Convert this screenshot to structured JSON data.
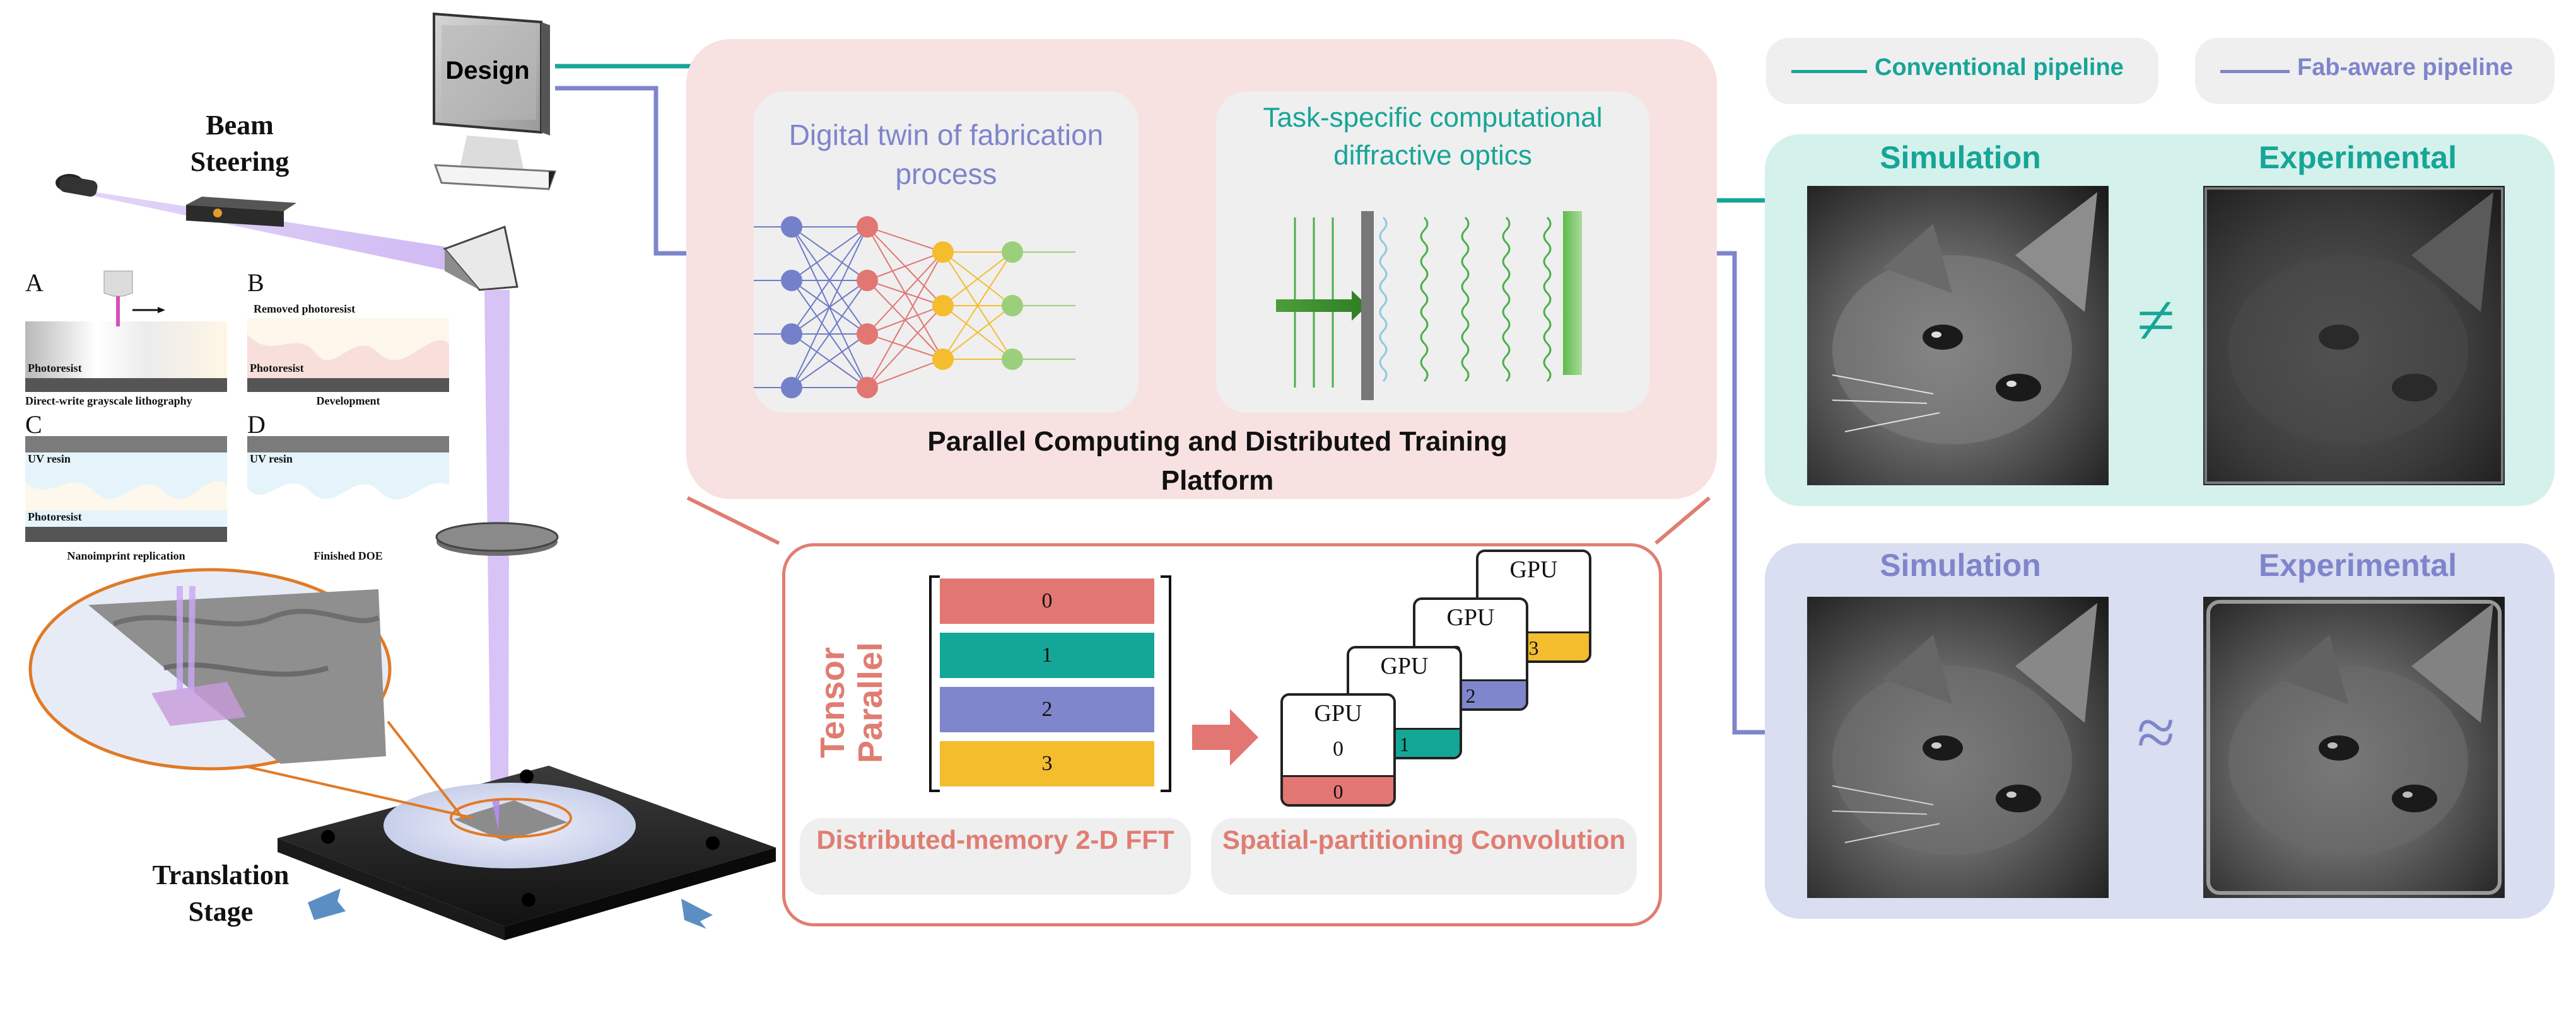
{
  "design_label": "Design",
  "beam_steering_label": "Beam Steering",
  "translation_stage_label": "Translation Stage",
  "fab_steps": {
    "a": {
      "letter": "A",
      "layer": "Photoresist",
      "caption": "Direct-write grayscale lithography"
    },
    "b": {
      "letter": "B",
      "top_note": "Removed photoresist",
      "layer": "Photoresist",
      "caption": "Development"
    },
    "c": {
      "letter": "C",
      "layer_top": "UV resin",
      "layer": "Photoresist",
      "caption": "Nanoimprint replication"
    },
    "d": {
      "letter": "D",
      "layer_top": "UV resin",
      "caption": "Finished DOE"
    }
  },
  "platform": {
    "twin_title": "Digital twin of fabrication process",
    "optics_title": "Task-specific computational diffractive optics",
    "platform_title": "Parallel Computing and Distributed Training Platform"
  },
  "tensor": {
    "label": "Tensor Parallel",
    "blocks": [
      "0",
      "1",
      "2",
      "3"
    ],
    "gpus": [
      {
        "title": "GPU",
        "index": "0",
        "tag": "0"
      },
      {
        "title": "GPU",
        "index": "1",
        "tag": "1"
      },
      {
        "title": "GPU",
        "index": "2",
        "tag": "2"
      },
      {
        "title": "GPU",
        "index": "3",
        "tag": "3"
      }
    ],
    "fft_label": "Distributed-memory 2-D FFT",
    "conv_label": "Spatial-partitioning Convolution"
  },
  "legend": {
    "conventional": "Conventional pipeline",
    "fab_aware": "Fab-aware pipeline"
  },
  "results": {
    "conventional": {
      "sim_label": "Simulation",
      "exp_label": "Experimental",
      "relation": "≠"
    },
    "fab_aware": {
      "sim_label": "Simulation",
      "exp_label": "Experimental",
      "relation": "≈"
    }
  },
  "colors": {
    "teal": "#17a597",
    "purple": "#7e85cc",
    "salmon": "#e07d72",
    "pink_panel": "#f8e1e1",
    "teal_panel": "#d4f1ec",
    "purple_panel": "#d9def0",
    "block_red": "#e27672",
    "block_teal": "#14a797",
    "block_blue": "#7f86cc",
    "block_yellow": "#f3bd2e"
  }
}
